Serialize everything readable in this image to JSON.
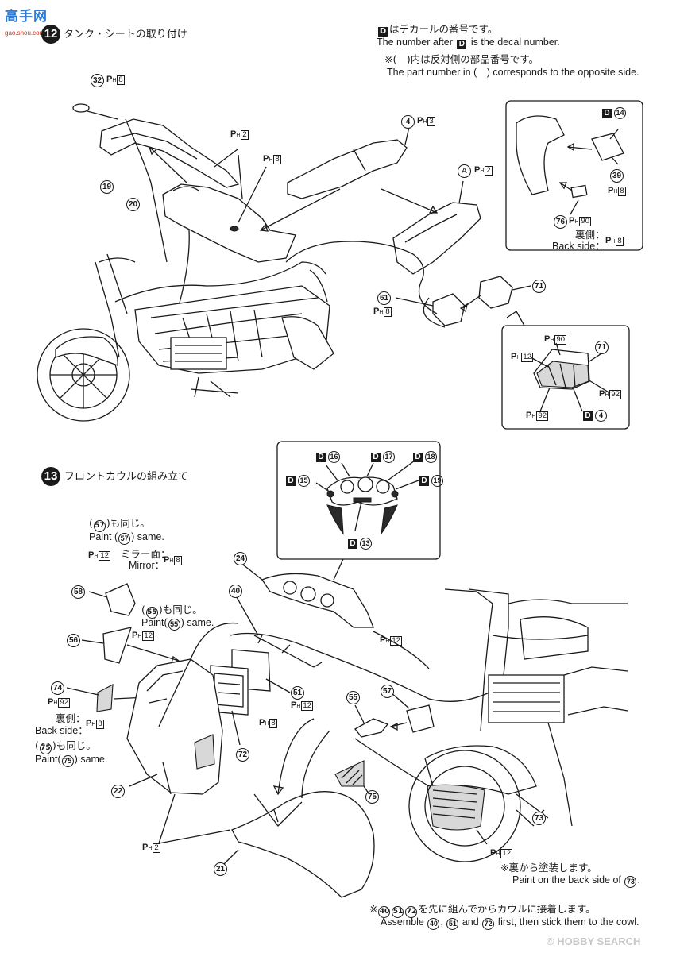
{
  "watermark_top": {
    "chars": "高手网",
    "url": "gao.shou.com"
  },
  "watermark_bottom": {
    "prefix": "©",
    "name": "HOBBY SEARCH"
  },
  "step12": {
    "number": "12",
    "title": "タンク・シートの取り付け"
  },
  "step13": {
    "number": "13",
    "title": "フロントカウルの組み立て"
  },
  "legend": {
    "decal_jp": "はデカールの番号です。",
    "decal_en_a": "The number after",
    "decal_en_b": "is the decal number.",
    "opp_jp": "※(　)内は反対側の部品番号です。",
    "opp_en": "The part number in (　) corresponds to the opposite side."
  },
  "d_letter": "D",
  "a_letter": "A",
  "ph_text": {
    "p": "P",
    "h": "H"
  },
  "parts": {
    "p32": "32",
    "p19": "19",
    "p20": "20",
    "p4": "4",
    "p39": "39",
    "p76": "76",
    "p61": "61",
    "p71": "71",
    "p24": "24",
    "p40": "40",
    "p58": "58",
    "p56": "56",
    "p74": "74",
    "p22": "22",
    "p51": "51",
    "p72": "72",
    "p55": "55",
    "p57": "57",
    "p75": "75",
    "p21": "21",
    "p73": "73"
  },
  "paints": {
    "n2": "2",
    "n3": "3",
    "n8": "8",
    "n12": "12",
    "n90": "90",
    "n92": "92"
  },
  "decals": {
    "d14": "14",
    "d4": "4",
    "d16": "16",
    "d17": "17",
    "d18": "18",
    "d15": "15",
    "d19": "19",
    "d13": "13"
  },
  "notes": {
    "back_side_jp": "裏側：",
    "back_side_en": "Back side：",
    "same57_jp": "も同じ。",
    "paint": "Paint",
    "same": "same.",
    "mirror_jp": "ミラー面：",
    "mirror_en": "Mirror：",
    "backpaint_jp": "※裏から塗装します。",
    "backpaint_en": "Paint on the back side of",
    "assemble_jp": "を先に組んでからカウルに接着します。",
    "assemble_en_a": "Assemble",
    "assemble_en_and": "and",
    "assemble_en_b": "first, then stick them to the cowl.",
    "asterisk": "※"
  }
}
